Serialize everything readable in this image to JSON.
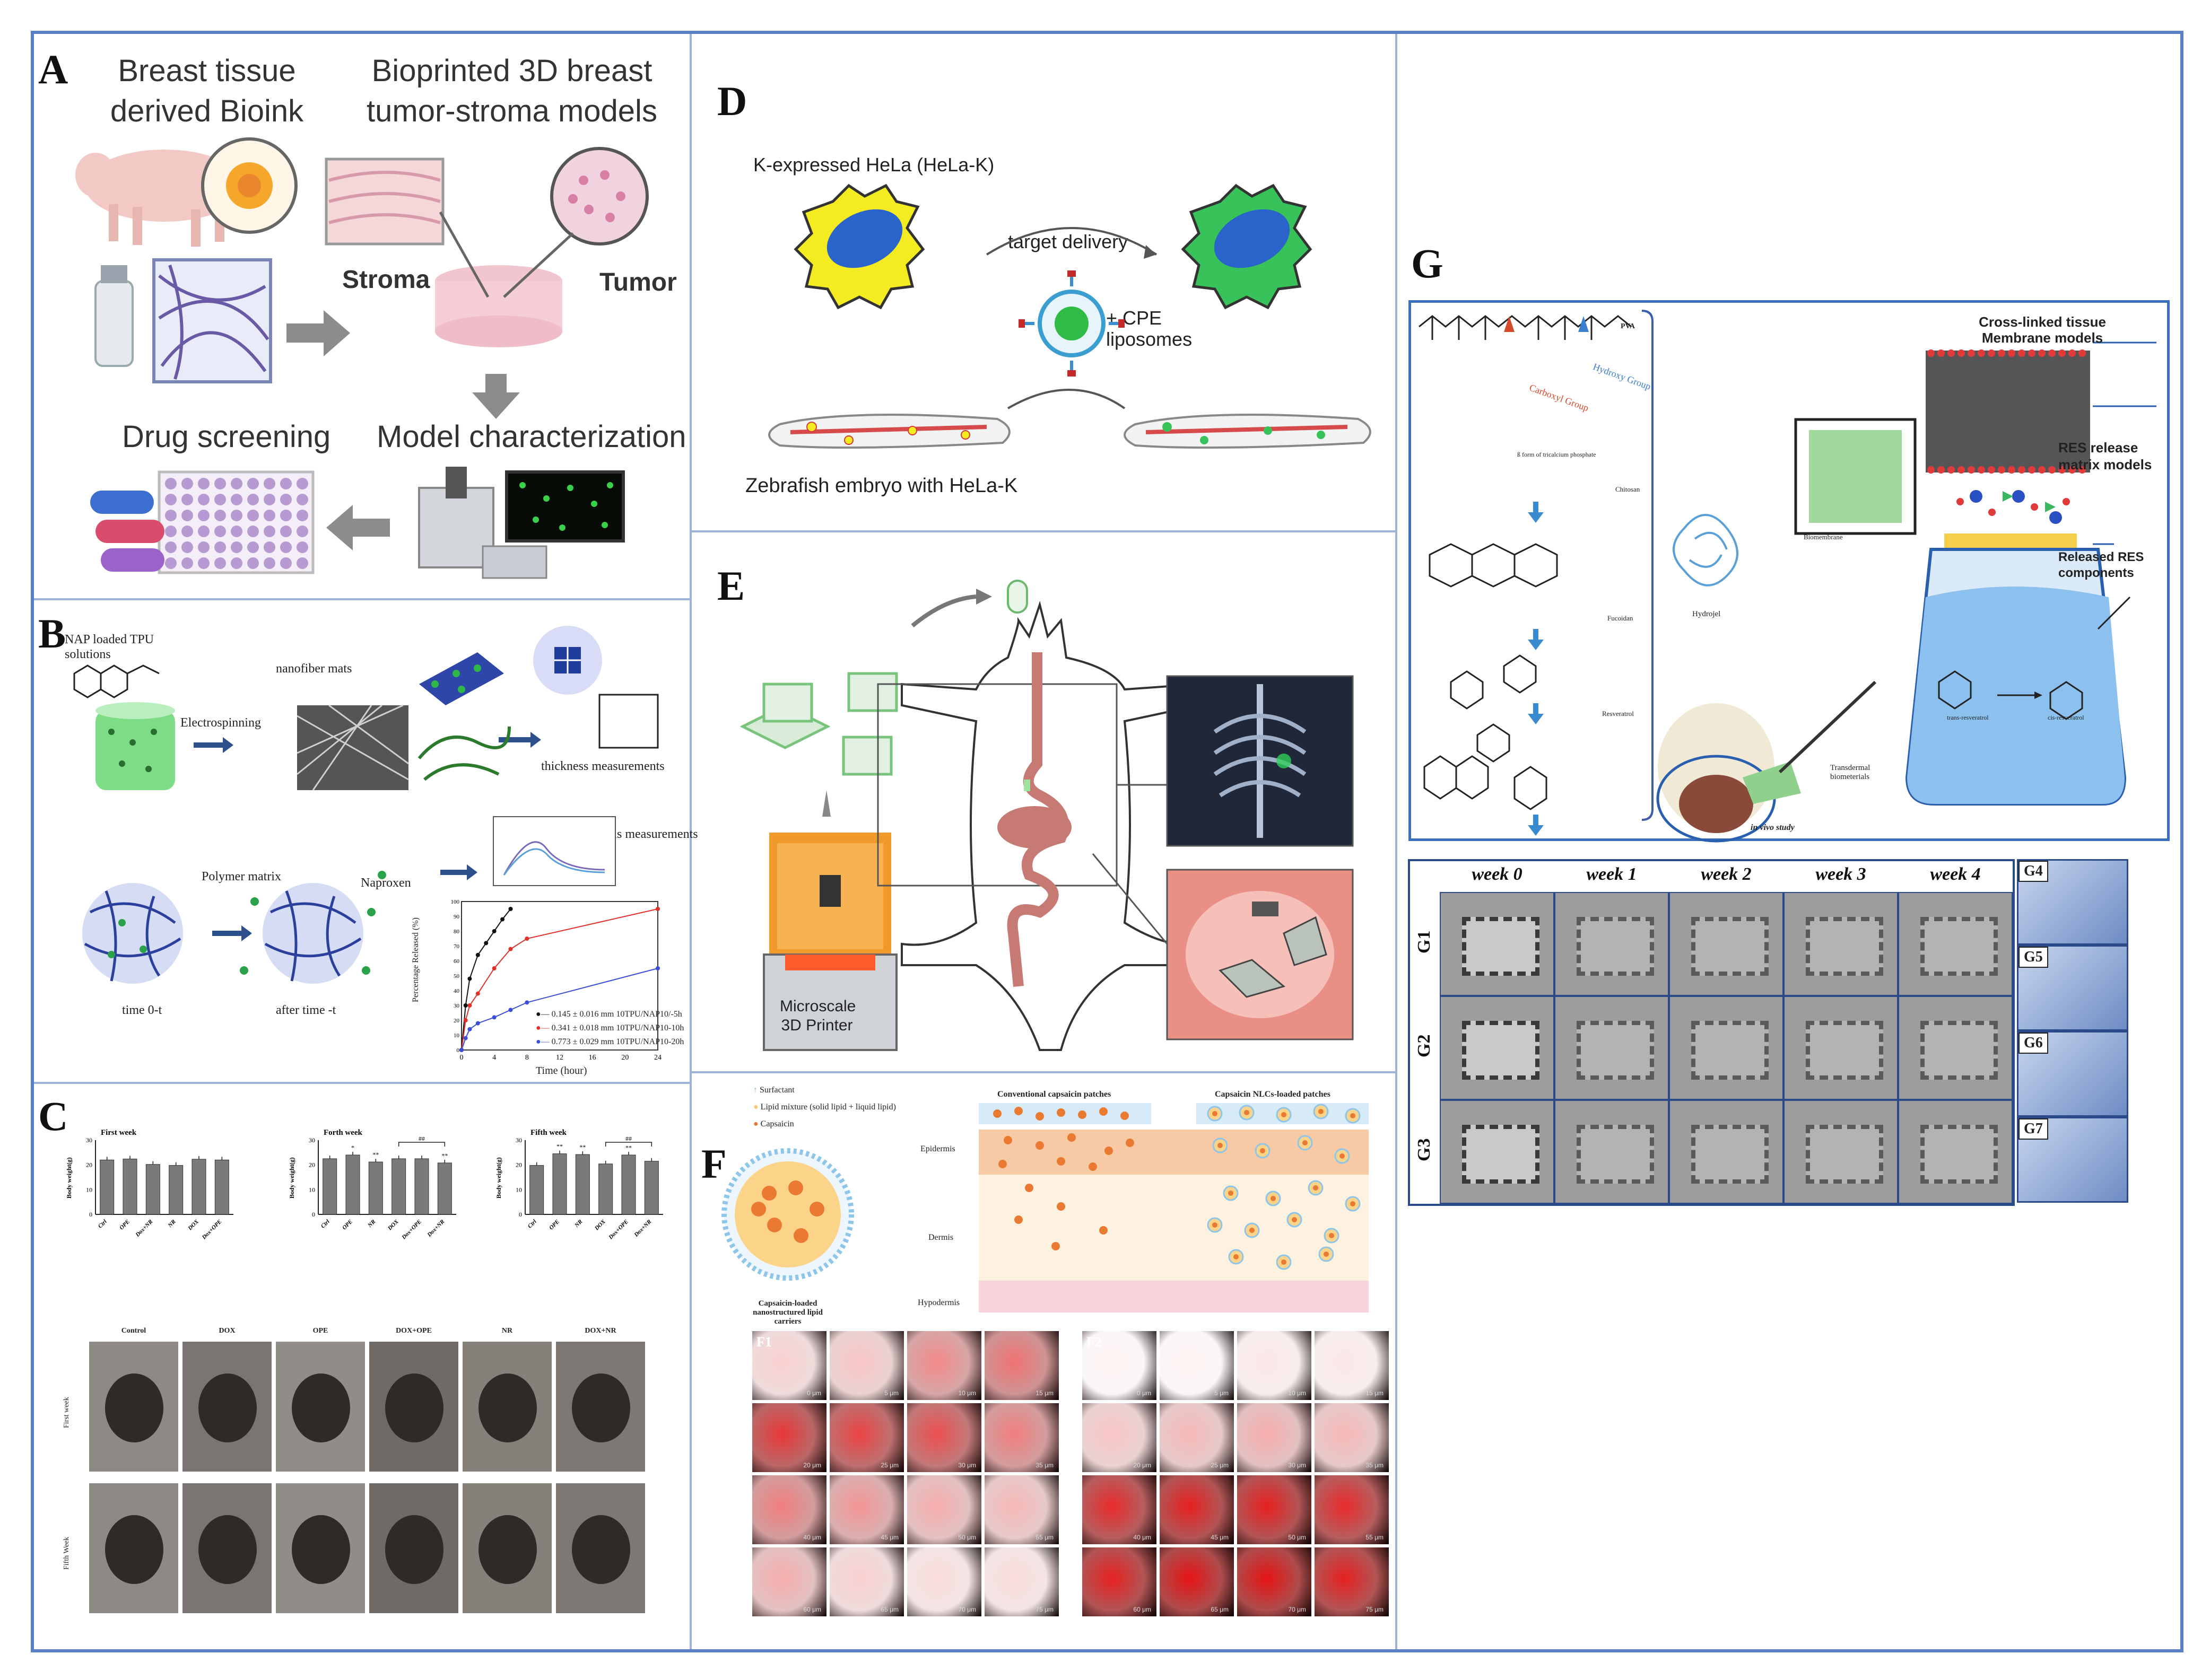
{
  "panels": {
    "A": {
      "label": "A",
      "bioink_title": "Breast tissue derived Bioink",
      "model_title": "Bioprinted 3D breast tumor-stroma models",
      "stroma": "Stroma",
      "tumor": "Tumor",
      "drug_screening": "Drug screening",
      "model_characterization": "Model characterization"
    },
    "B": {
      "label": "B",
      "nap_label": "NAP loaded TPU solutions",
      "electrospinning": "Electrospinning",
      "nanofiber": "nanofiber mats",
      "thickness": "thickness measurements",
      "uvvis": "UV-Vis measurements",
      "polymer_matrix": "Polymer matrix",
      "naproxen": "Naproxen",
      "time0": "time 0-t",
      "after": "after time -t",
      "release_chart": {
        "ylabel": "Percentage Released (%)",
        "xlabel": "Time (hour)",
        "legend": [
          "0.145 ± 0.016 mm 10TPU/NAP10/-5h",
          "0.341 ± 0.018 mm 10TPU/NAP10-10h",
          "0.773 ± 0.029 mm 10TPU/NAP10-20h"
        ],
        "x_ticks": [
          "0",
          "4",
          "8",
          "12",
          "16",
          "20",
          "24"
        ],
        "y_ticks": [
          "0",
          "10",
          "20",
          "30",
          "40",
          "50",
          "60",
          "70",
          "80",
          "90",
          "100"
        ],
        "colors": [
          "#111111",
          "#e0302a",
          "#3a4ed8"
        ]
      }
    },
    "C": {
      "label": "C",
      "charts": [
        {
          "title": "First week",
          "ylabel": "Body weight(g)",
          "yticks": [
            "0",
            "10",
            "20",
            "30"
          ],
          "categories": [
            "Ctrl",
            "OPE",
            "Dox+NR",
            "NR",
            "DOX",
            "Dox+OPE"
          ],
          "values": [
            22,
            22.4,
            20.2,
            19.8,
            22.3,
            22
          ],
          "marks": [
            "",
            "",
            "",
            "",
            "",
            ""
          ],
          "bracket": ""
        },
        {
          "title": "Forth week",
          "ylabel": "Body weight(g)",
          "yticks": [
            "0",
            "10",
            "20",
            "30"
          ],
          "categories": [
            "Ctrl",
            "OPE",
            "NR",
            "DOX",
            "Dox+OPE",
            "Dox+NR"
          ],
          "values": [
            22.5,
            24,
            21.2,
            22.5,
            22.5,
            20.8
          ],
          "marks": [
            "",
            "*",
            "**",
            "",
            "",
            "**"
          ],
          "bracket": "##"
        },
        {
          "title": "Fifth week",
          "ylabel": "Body weight(g)",
          "yticks": [
            "0",
            "10",
            "20",
            "30"
          ],
          "categories": [
            "Ctrl",
            "OPE",
            "NR",
            "DOX",
            "Dox+OPE",
            "Dox+NR"
          ],
          "values": [
            19.8,
            24.5,
            24.2,
            20.4,
            24,
            21.5
          ],
          "marks": [
            "",
            "**",
            "**",
            "",
            "**",
            ""
          ],
          "bracket": "##"
        }
      ],
      "photo_columns": [
        "Control",
        "DOX",
        "OPE",
        "DOX+OPE",
        "NR",
        "DOX+NR"
      ],
      "photo_rows": [
        "First week",
        "Fifth Week"
      ]
    },
    "D": {
      "label": "D",
      "hela": "K-expressed HeLa (HeLa-K)",
      "target": "target delivery",
      "cpe": "+ CPE liposomes",
      "zebrafish": "Zebrafish embryo with HeLa-K"
    },
    "E": {
      "label": "E",
      "printer": "Microscale 3D Printer"
    },
    "F": {
      "label": "F",
      "legend": [
        "Surfactant",
        "Lipid mixture (solid lipid + liquid lipid)",
        "Capsaicin"
      ],
      "conventional": "Conventional capsaicin patches",
      "nlc": "Capsaicin NLCs-loaded patches",
      "layers": [
        "Epidermis",
        "Dermis",
        "Hypodermis"
      ],
      "carrier": "Capsaicin-loaded nanostructured lipid carriers",
      "f1": "F1",
      "f2": "F2",
      "depths": [
        "0 μm",
        "5 μm",
        "10 μm",
        "15 μm",
        "20 μm",
        "25 μm",
        "30 μm",
        "35 μm",
        "40 μm",
        "45 μm",
        "50 μm",
        "55 μm",
        "60 μm",
        "65 μm",
        "70 μm",
        "75 μm"
      ]
    },
    "G": {
      "label": "G",
      "pva": "PVA",
      "hydroxy": "Hydroxy Group",
      "carboxyl": "Carboxyl Group",
      "tcp": "ß form of tricalcium phosphate",
      "chitosan": "Chitosan",
      "fucoidan": "Fucoidan",
      "resveratrol": "Resveratrol",
      "hydrojel": "Hydrojel",
      "biomembrane": "Biomembrane",
      "crosslinked": "Cross-linked tissue Membrane models",
      "res_release": "RES release matrix models",
      "released": "Released RES components",
      "trans": "trans-resveratrol",
      "cis": "cis-resveratrol",
      "transdermal": "Transdermal biometerials",
      "invivo": "in vivo study",
      "weeks": [
        "week 0",
        "week 1",
        "week 2",
        "week 3",
        "week 4"
      ],
      "groups": [
        "G1",
        "G2",
        "G3"
      ],
      "side": [
        "G4",
        "G5",
        "G6",
        "G7"
      ]
    }
  }
}
